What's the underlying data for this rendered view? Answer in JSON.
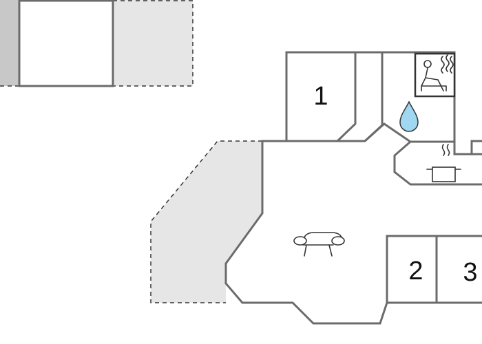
{
  "rooms": [
    {
      "id": "bedroom-1",
      "label": "1"
    },
    {
      "id": "bedroom-2",
      "label": "2"
    },
    {
      "id": "bedroom-3",
      "label": "3"
    }
  ],
  "icons": {
    "sauna": "sauna-icon",
    "bathroom": "water-drop-icon",
    "kitchen": "cooking-pot-icon",
    "living": "sofa-icon"
  },
  "colors": {
    "wall": "#6b6b6b",
    "terrace": "#e6e6e6",
    "water": "#9fd8f0",
    "outline": "#333333"
  }
}
